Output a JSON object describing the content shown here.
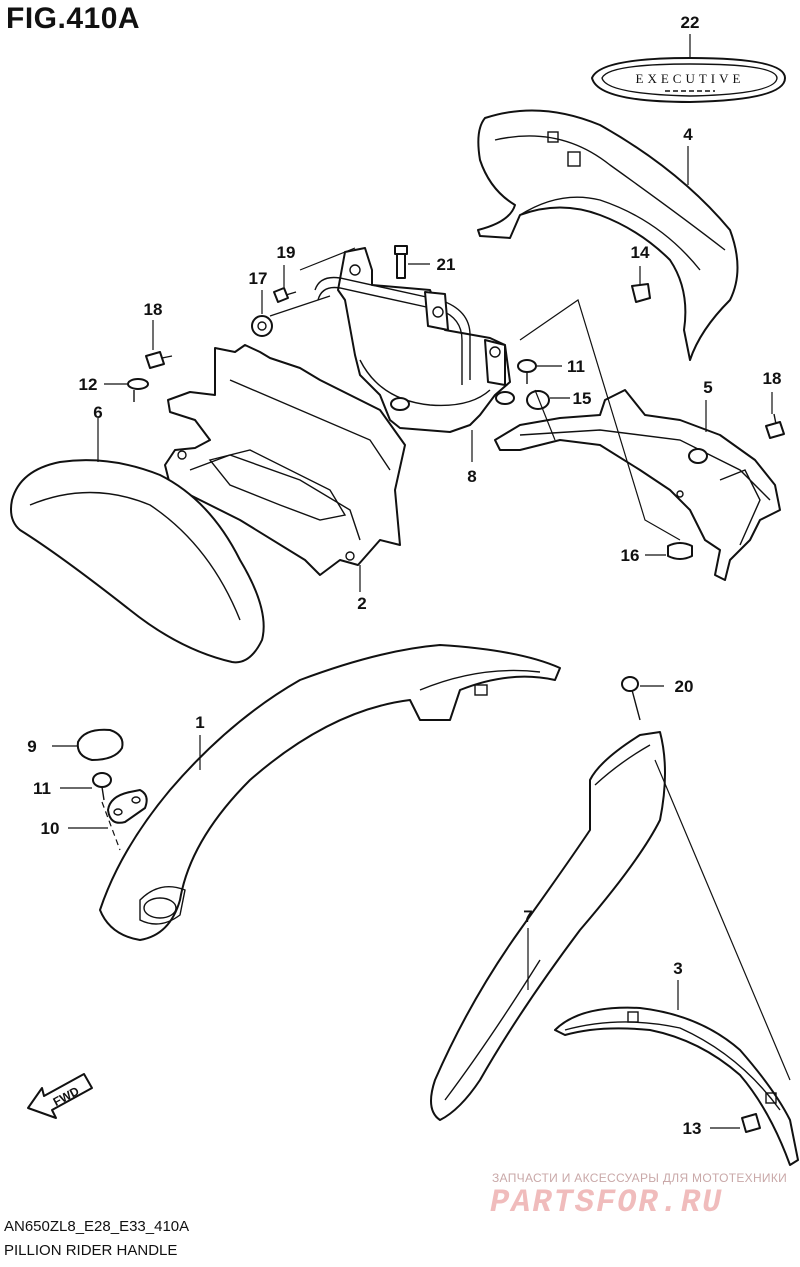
{
  "figure": {
    "title": "FIG.410A",
    "model_code": "AN650ZL8_E28_E33_410A",
    "description": "PILLION RIDER HANDLE"
  },
  "emblem_text": "EXECUTIVE",
  "fwd_label": "FWD",
  "callouts": [
    "1",
    "2",
    "3",
    "4",
    "5",
    "6",
    "7",
    "8",
    "9",
    "10",
    "11",
    "11",
    "12",
    "13",
    "14",
    "15",
    "16",
    "17",
    "18",
    "18",
    "19",
    "20",
    "21",
    "22"
  ],
  "watermark": {
    "line1": "ЗАПЧАСТИ И АКСЕССУАРЫ ДЛЯ МОТОТЕХНИКИ",
    "line2": "PARTSFOR.RU"
  }
}
